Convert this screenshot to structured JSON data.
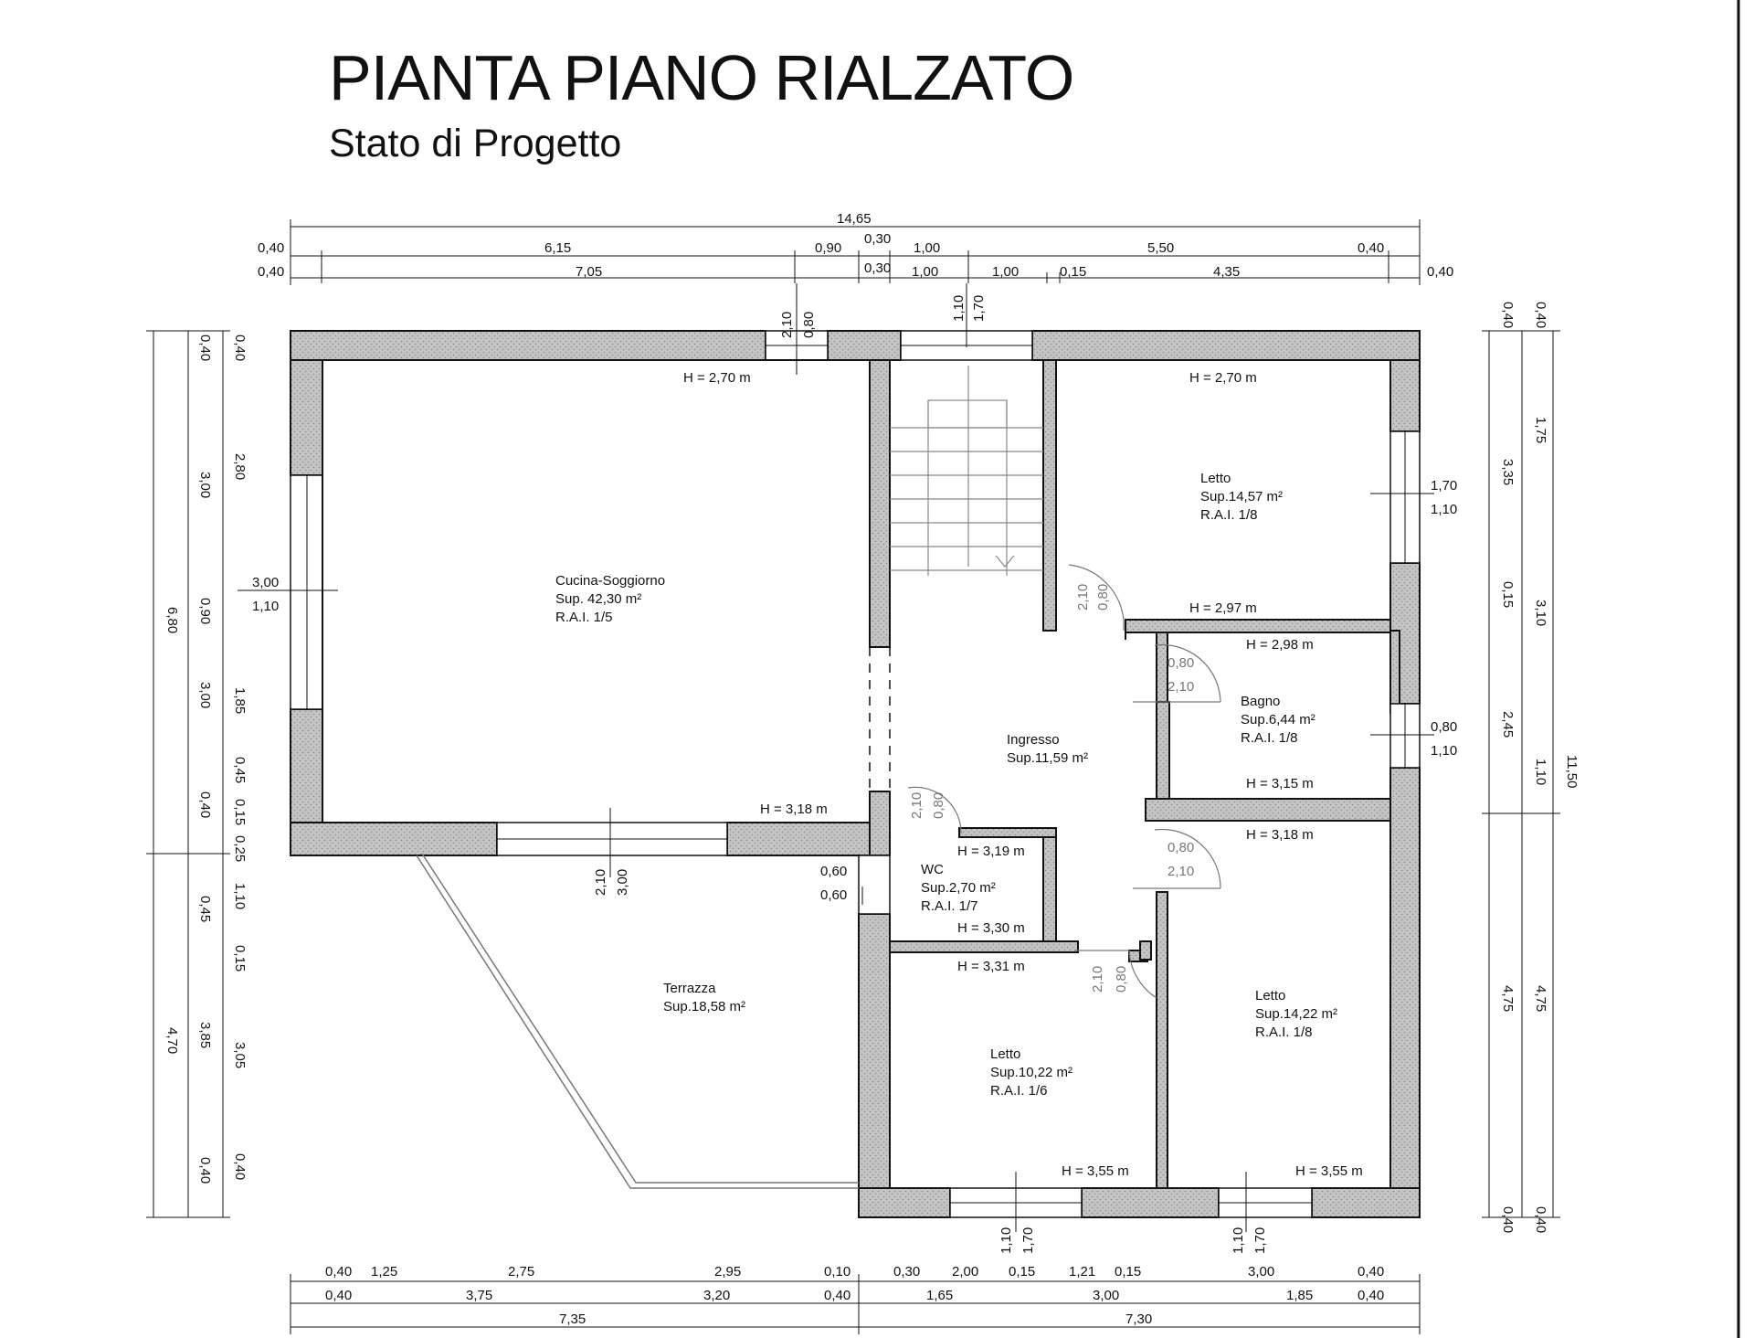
{
  "header": {
    "title": "PIANTA PIANO RIALZATO",
    "subtitle": "Stato di Progetto"
  },
  "colors": {
    "wall_fill": "#c8c8c8",
    "line": "#111111",
    "door": "#777777"
  },
  "rooms": [
    {
      "name": "Cucina-Soggiorno",
      "area": "Sup. 42,30 m²",
      "rai": "R.A.I. 1/5"
    },
    {
      "name": "Letto",
      "area": "Sup.14,57 m²",
      "rai": "R.A.I. 1/8"
    },
    {
      "name": "Bagno",
      "area": "Sup.6,44 m²",
      "rai": "R.A.I. 1/8"
    },
    {
      "name": "Ingresso",
      "area": "Sup.11,59 m²",
      "rai": ""
    },
    {
      "name": "WC",
      "area": "Sup.2,70 m²",
      "rai": "R.A.I. 1/7"
    },
    {
      "name": "Terrazza",
      "area": "Sup.18,58 m²",
      "rai": ""
    },
    {
      "name": "Letto",
      "area": "Sup.10,22 m²",
      "rai": "R.A.I. 1/6"
    },
    {
      "name": "Letto",
      "area": "Sup.14,22 m²",
      "rai": "R.A.I. 1/8"
    }
  ],
  "heights": [
    "H = 2,70 m",
    "H = 2,70 m",
    "H = 2,97 m",
    "H = 2,98 m",
    "H = 3,15 m",
    "H = 3,18 m",
    "H = 3,18 m",
    "H = 3,19 m",
    "H = 3,30 m",
    "H = 3,31 m",
    "H = 3,55 m",
    "H = 3,55 m"
  ],
  "openings": [
    {
      "w": "0,80",
      "h": "2,10"
    },
    {
      "w": "1,70",
      "h": "1,10"
    },
    {
      "w": "3,00",
      "h": "1,10"
    },
    {
      "w": "1,70",
      "h": "1,10"
    },
    {
      "w": "0,80",
      "h": "2,10"
    },
    {
      "w": "0,80",
      "h": "2,10"
    },
    {
      "w": "0,80",
      "h": "1,10"
    },
    {
      "w": "0,80",
      "h": "2,10"
    },
    {
      "w": "0,80",
      "h": "2,10"
    },
    {
      "w": "3,00",
      "h": "2,10"
    },
    {
      "w": "0,60",
      "h": "0,60"
    },
    {
      "w": "0,80",
      "h": "2,10"
    },
    {
      "w": "1,70",
      "h": "1,10"
    },
    {
      "w": "1,70",
      "h": "1,10"
    }
  ],
  "dims": {
    "top_total": "14,65",
    "top_row1": [
      "0,40",
      "6,15",
      "0,90",
      "0,30",
      "1,00",
      "5,50",
      "0,40"
    ],
    "top_row2": [
      "0,40",
      "7,05",
      "0,30",
      "1,00",
      "1,00",
      "0,15",
      "4,35",
      "0,40"
    ],
    "left_row1": [
      "6,80",
      "4,70"
    ],
    "left_row2": [
      "0,40",
      "3,00",
      "0,90",
      "3,00",
      "0,40",
      "0,45",
      "3,85",
      "0,40"
    ],
    "left_row3": [
      "0,40",
      "2,80",
      "1,85",
      "0,45",
      "0,15",
      "0,25",
      "1,10",
      "0,15",
      "3,05",
      "0,40"
    ],
    "right_row1": [
      "0,40",
      "3,35",
      "0,15",
      "2,45",
      "4,75",
      "0,40"
    ],
    "right_row2": [
      "0,40",
      "1,75",
      "3,10",
      "1,10",
      "4,75",
      "0,40"
    ],
    "right_total": "11,50",
    "bottom_row1": [
      "0,40",
      "1,25",
      "2,75",
      "2,95",
      "0,10",
      "0,30",
      "2,00",
      "0,15",
      "1,21",
      "0,15",
      "3,00",
      "0,40"
    ],
    "bottom_row2": [
      "0,40",
      "3,75",
      "3,20",
      "0,40",
      "1,65",
      "3,00",
      "1,85",
      "0,40"
    ],
    "bottom_row3": [
      "7,35",
      "7,30"
    ]
  }
}
